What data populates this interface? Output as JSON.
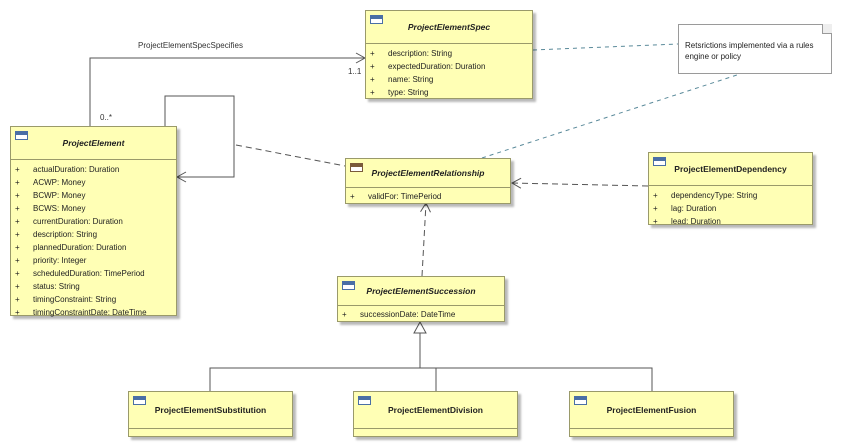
{
  "classes": {
    "spec": {
      "name": "ProjectElementSpec",
      "attrs": [
        {
          "vis": "+",
          "text": "description: String"
        },
        {
          "vis": "+",
          "text": "expectedDuration: Duration"
        },
        {
          "vis": "+",
          "text": "name: String"
        },
        {
          "vis": "+",
          "text": "type: String"
        }
      ]
    },
    "element": {
      "name": "ProjectElement",
      "attrs": [
        {
          "vis": "+",
          "text": "actualDuration: Duration"
        },
        {
          "vis": "+",
          "text": "ACWP: Money"
        },
        {
          "vis": "+",
          "text": "BCWP: Money"
        },
        {
          "vis": "+",
          "text": "BCWS: Money"
        },
        {
          "vis": "+",
          "text": "currentDuration: Duration"
        },
        {
          "vis": "+",
          "text": "description: String"
        },
        {
          "vis": "+",
          "text": "plannedDuration: Duration"
        },
        {
          "vis": "+",
          "text": "priority: Integer"
        },
        {
          "vis": "+",
          "text": "scheduledDuration: TimePeriod"
        },
        {
          "vis": "+",
          "text": "status: String"
        },
        {
          "vis": "+",
          "text": "timingConstraint: String"
        },
        {
          "vis": "+",
          "text": "timingConstraintDate: DateTime"
        }
      ]
    },
    "relationship": {
      "name": "ProjectElementRelationship",
      "attrs": [
        {
          "vis": "+",
          "text": "validFor: TimePeriod"
        }
      ]
    },
    "dependency": {
      "name": "ProjectElementDependency",
      "attrs": [
        {
          "vis": "+",
          "text": "dependencyType: String"
        },
        {
          "vis": "+",
          "text": "lag: Duration"
        },
        {
          "vis": "+",
          "text": "lead: Duration"
        }
      ]
    },
    "succession": {
      "name": "ProjectElementSuccession",
      "attrs": [
        {
          "vis": "+",
          "text": "successionDate: DateTime"
        }
      ]
    },
    "substitution": {
      "name": "ProjectElementSubstitution"
    },
    "division": {
      "name": "ProjectElementDivision"
    },
    "fusion": {
      "name": "ProjectElementFusion"
    }
  },
  "note": {
    "text": "Retsrictions implemented via a rules engine or policy"
  },
  "labels": {
    "association": "ProjectElementSpecSpecifies",
    "mult_spec": "1..1",
    "mult_element": "0..*"
  },
  "colors": {
    "class_fill": "#ffffb5",
    "class_border": "#9a9a6a",
    "note_link": "#5a8a9a"
  }
}
